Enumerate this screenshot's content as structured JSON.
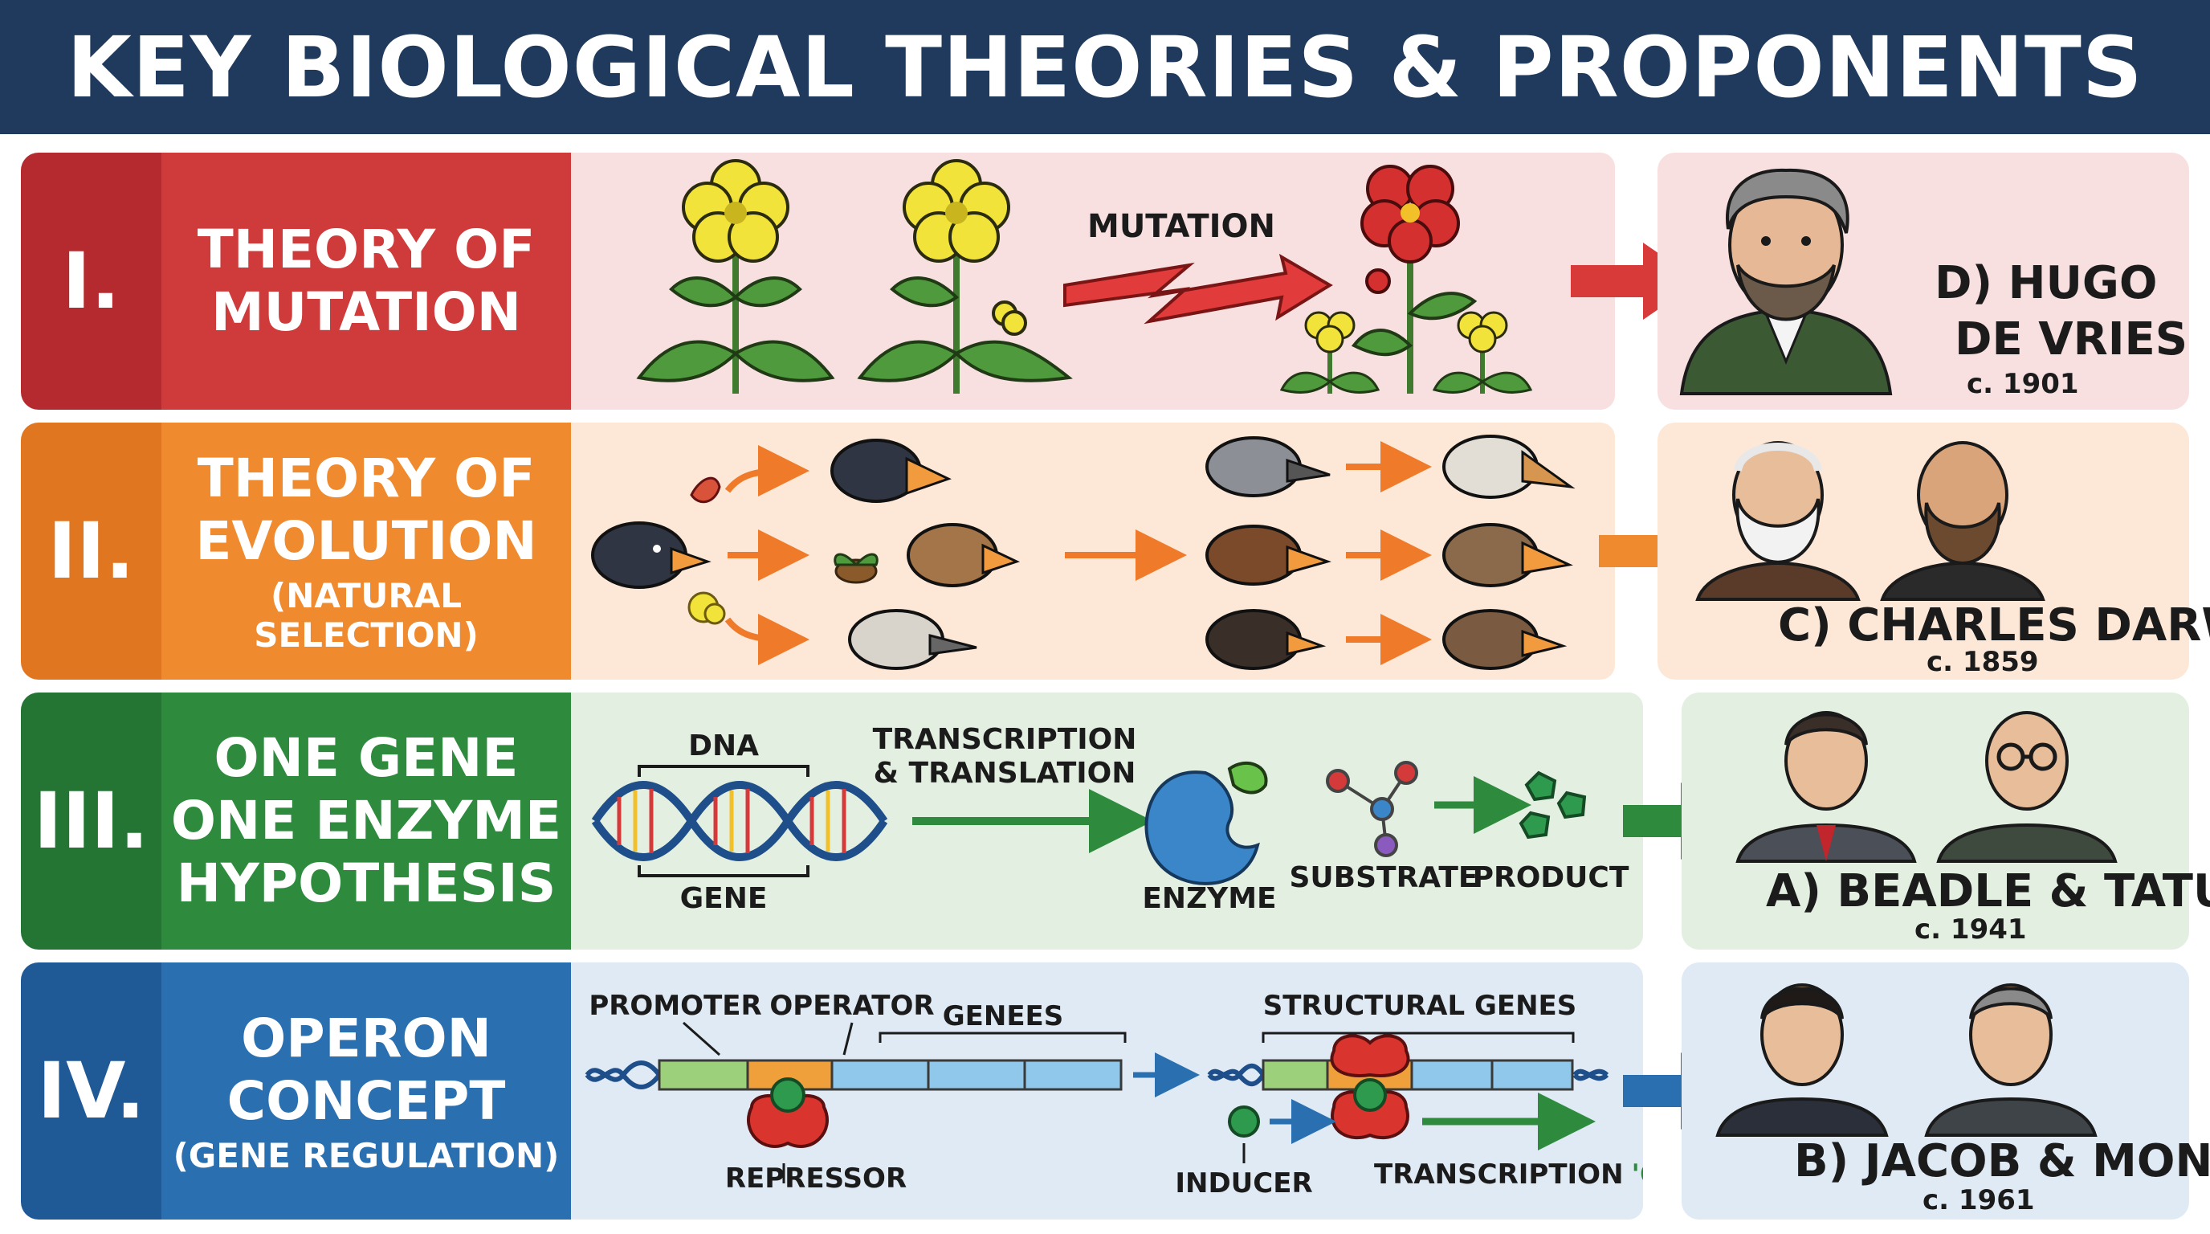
{
  "title": "KEY BIOLOGICAL THEORIES & PROPONENTS",
  "colors": {
    "header": "#1f3a5c",
    "row1": "#cf3a3a",
    "row1_dark": "#b52a2e",
    "row1_bg": "#f8dfe0",
    "row2": "#ef8a2e",
    "row2_dark": "#e07720",
    "row2_bg": "#fde8d8",
    "row3": "#2e8b3e",
    "row3_dark": "#247534",
    "row3_bg": "#e3f0e1",
    "row4": "#2a6fb0",
    "row4_dark": "#1f5a96",
    "row4_bg": "#dfeaf5"
  },
  "rows": [
    {
      "numeral": "I.",
      "title_lines": [
        "THEORY OF",
        "MUTATION"
      ],
      "subtitle": "",
      "labels": {
        "mutation": "MUTATION"
      },
      "proponent": {
        "name_lines": [
          "D) HUGO",
          "DE VRIES"
        ],
        "date": "c. 1901"
      }
    },
    {
      "numeral": "II.",
      "title_lines": [
        "THEORY OF",
        "EVOLUTION"
      ],
      "subtitle": "(NATURAL SELECTION)",
      "proponent": {
        "name": "C) CHARLES DARWIN",
        "date": "c. 1859"
      }
    },
    {
      "numeral": "III.",
      "title_lines": [
        "ONE GENE",
        "ONE ENZYME",
        "HYPOTHESIS"
      ],
      "subtitle": "",
      "labels": {
        "dna": "DNA",
        "gene": "GENE",
        "transcription": "TRANSCRIPTION",
        "translation": "& TRANSLATION",
        "enzyme": "ENZYME",
        "substrate": "SUBSTRATE",
        "product": "PRODUCT"
      },
      "proponent": {
        "name": "A) BEADLE & TATUM",
        "date": "c. 1941"
      }
    },
    {
      "numeral": "IV.",
      "title_lines": [
        "OPERON",
        "CONCEPT"
      ],
      "subtitle": "(GENE REGULATION)",
      "labels": {
        "promoter": "PROMOTER",
        "operator": "OPERATOR",
        "genees": "GENEES",
        "structural_genes": "STRUCTURAL GENES",
        "repressor": "REPRESSOR",
        "inducer": "INDUCER",
        "transcription_on": "TRANSCRIPTION",
        "on": "'ON'"
      },
      "proponent": {
        "name": "B) JACOB & MONOD",
        "date": "c. 1961"
      }
    }
  ]
}
